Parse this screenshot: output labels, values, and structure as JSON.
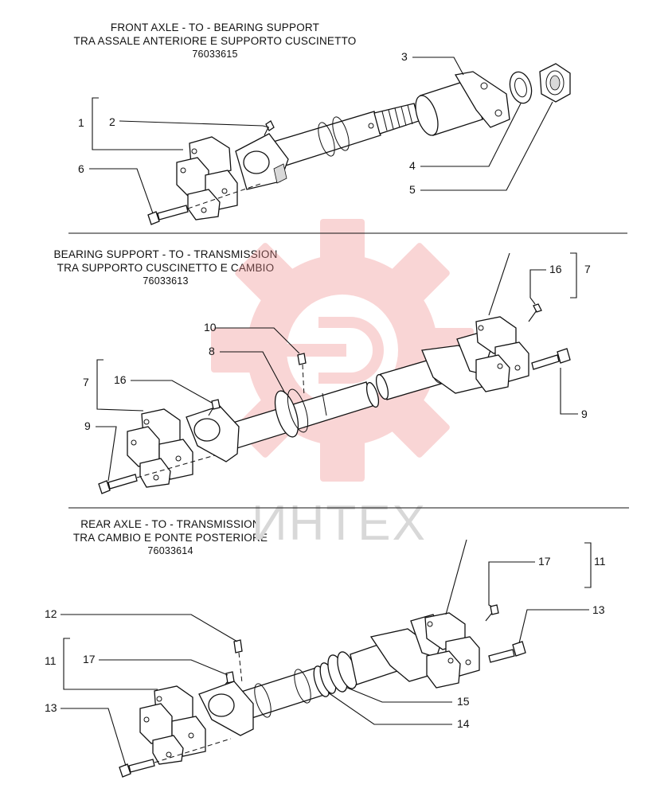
{
  "watermark": {
    "text": "ИНТЕХ",
    "logo": "gear-logo-icon",
    "color": "#f08a8a"
  },
  "sections": [
    {
      "title_en": "FRONT AXLE - TO - BEARING SUPPORT",
      "title_it": "TRA ASSALE ANTERIORE E SUPPORTO CUSCINETTO",
      "code": "76033615",
      "callouts": [
        "1",
        "2",
        "3",
        "4",
        "5",
        "6"
      ]
    },
    {
      "title_en": "BEARING SUPPORT - TO - TRANSMISSION",
      "title_it": "TRA SUPPORTO CUSCINETTO E CAMBIO",
      "code": "76033613",
      "callouts": [
        "7",
        "16",
        "10",
        "8",
        "7",
        "16",
        "9",
        "9"
      ]
    },
    {
      "title_en": "REAR AXLE - TO - TRANSMISSION",
      "title_it": "TRA CAMBIO E PONTE POSTERIORE",
      "code": "76033614",
      "callouts": [
        "11",
        "17",
        "13",
        "12",
        "11",
        "17",
        "13",
        "15",
        "14"
      ]
    }
  ]
}
